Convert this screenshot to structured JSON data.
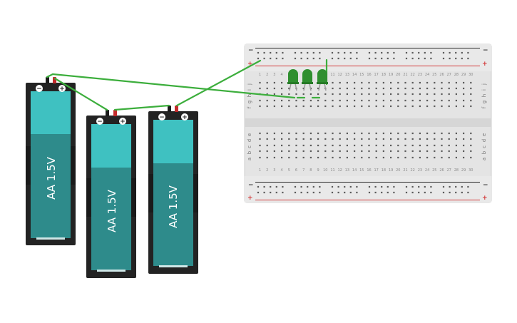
{
  "breadboard": {
    "columns": 30,
    "row_letters_top": [
      "j",
      "i",
      "h",
      "g",
      "f"
    ],
    "row_letters_bottom": [
      "e",
      "d",
      "c",
      "b",
      "a"
    ],
    "rail_minus": "−",
    "rail_plus": "+",
    "body_color": "#e4e4e4",
    "hole_color": "#5a5a5a",
    "red_line_color": "#d33a3a",
    "black_line_color": "#2a2a2a"
  },
  "batteries": [
    {
      "label": "AA 1.5V",
      "minus": "−",
      "plus": "+"
    },
    {
      "label": "AA 1.5V",
      "minus": "−",
      "plus": "+"
    },
    {
      "label": "AA 1.5V",
      "minus": "−",
      "plus": "+"
    }
  ],
  "leds": {
    "count": 3,
    "color": "#2f8f2f"
  },
  "wires": {
    "color": "#3cae3c"
  },
  "battery_colors": {
    "case": "#232323",
    "top": "#3fc1c1",
    "bottom": "#2e8b8b",
    "terminal_red": "#c42b2b"
  }
}
